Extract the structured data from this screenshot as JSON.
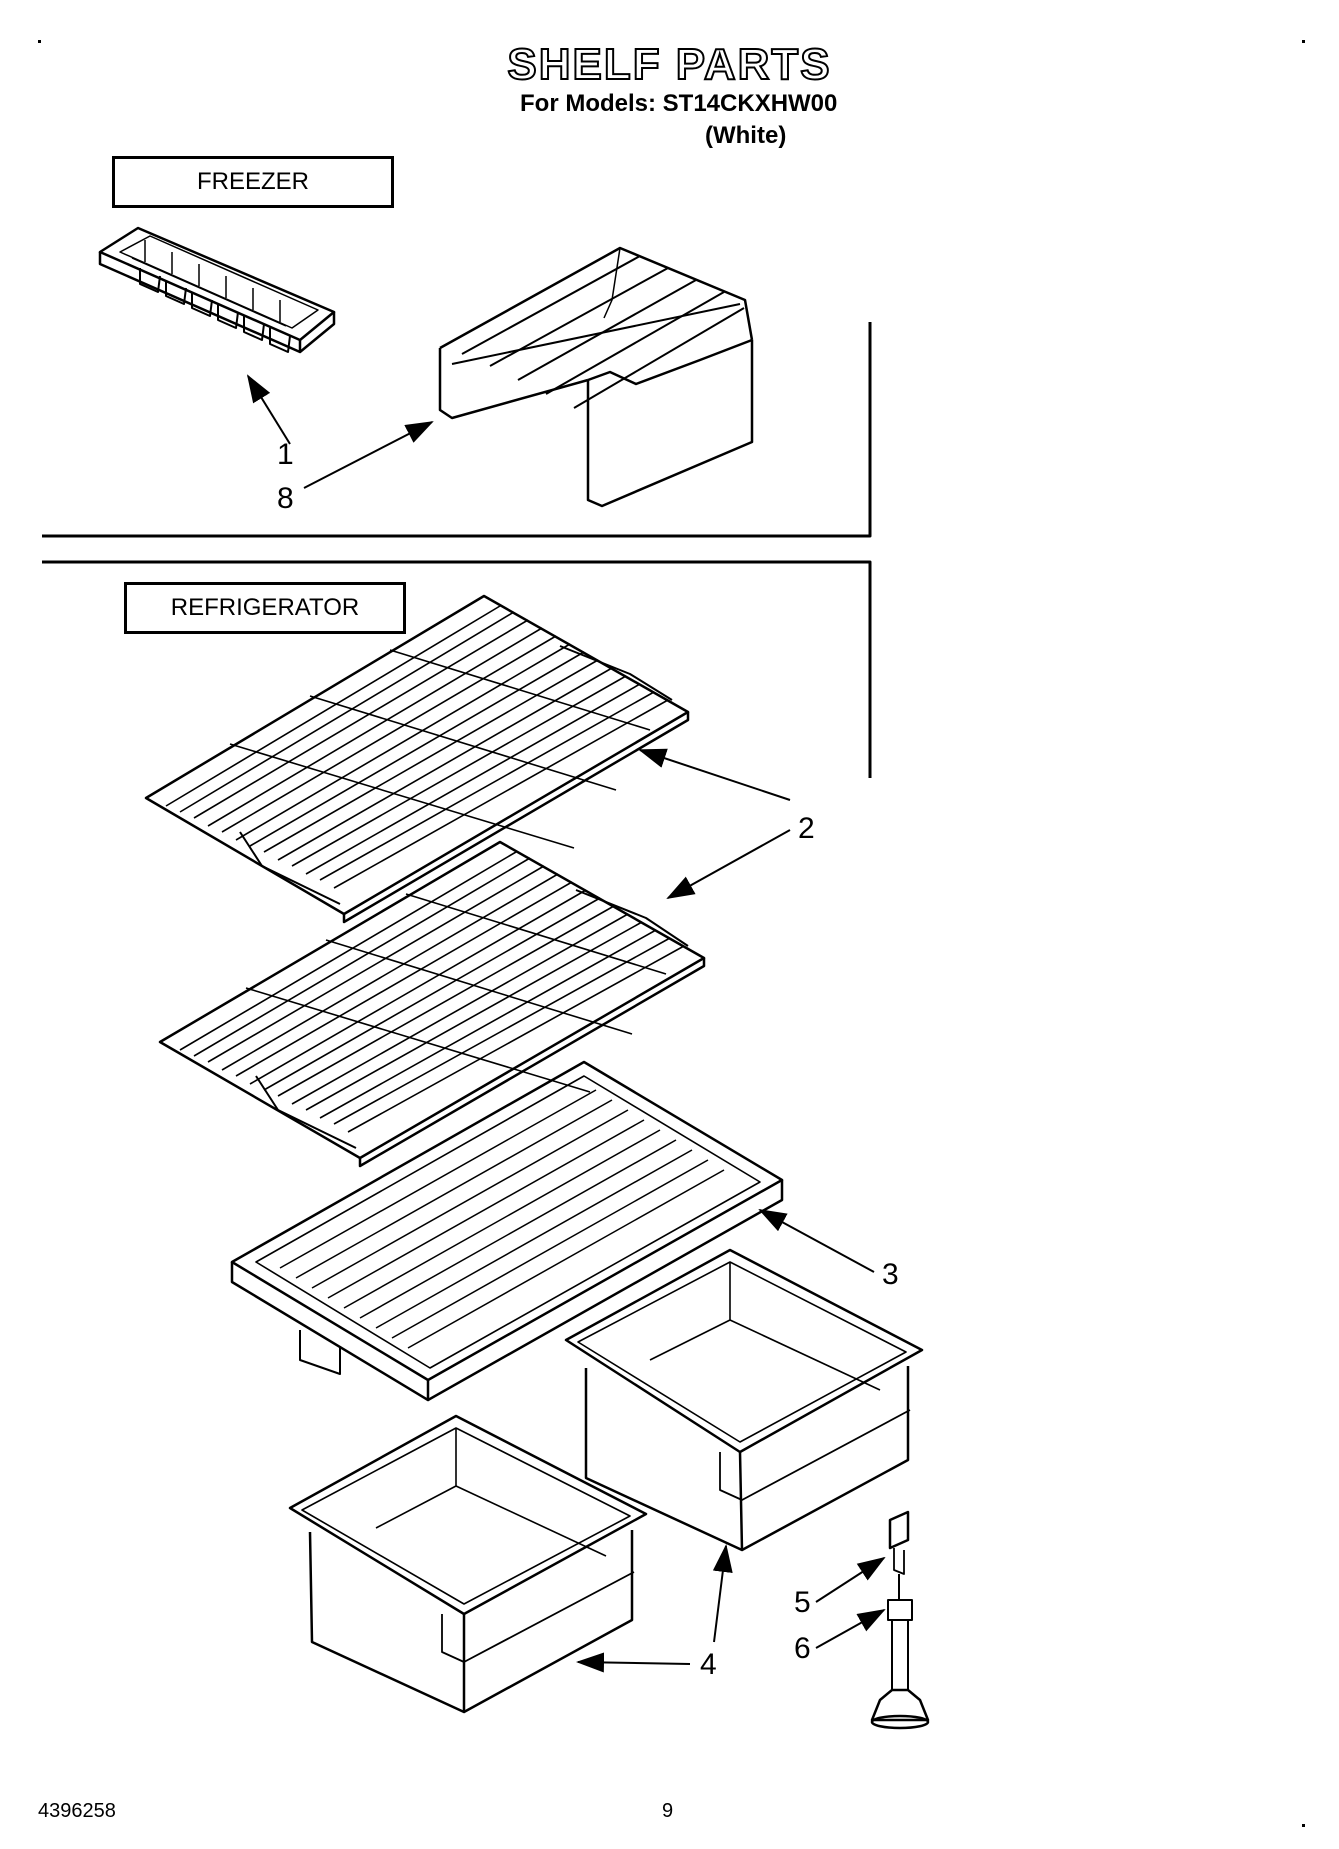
{
  "header": {
    "title": "SHELF PARTS",
    "subtitle": "For Models: ST14CKXHW00",
    "subtitle_color": "(White)"
  },
  "sections": {
    "freezer_label": "FREEZER",
    "refrigerator_label": "REFRIGERATOR"
  },
  "callouts": [
    "1",
    "8",
    "2",
    "3",
    "4",
    "5",
    "6"
  ],
  "footer": {
    "doc_number": "4396258",
    "page_number": "9"
  }
}
